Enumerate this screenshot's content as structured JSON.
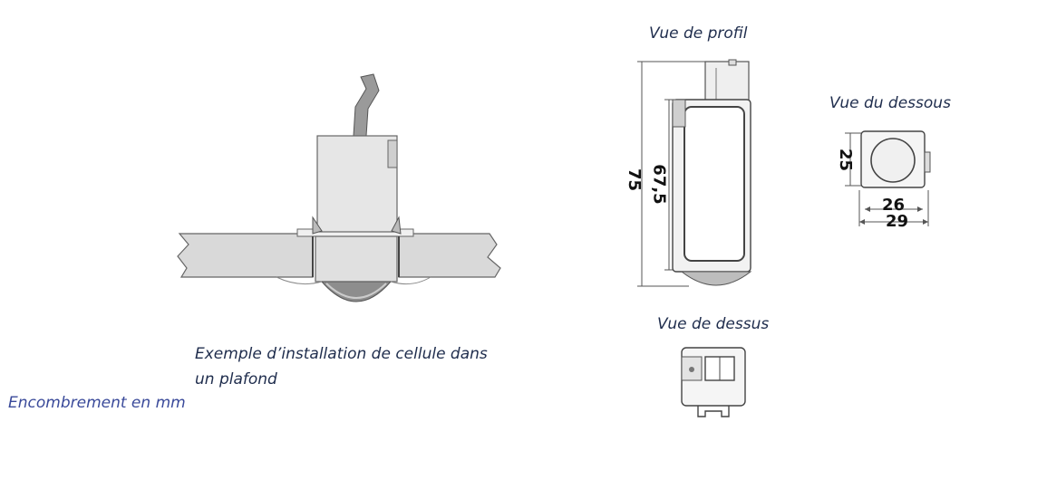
{
  "labels": {
    "side_view": "Vue de profil",
    "bottom_view": "Vue du dessous",
    "top_view": "Vue de dessus",
    "example_line1": "Exemple d’installation de cellule dans",
    "example_line2": "un plafond",
    "dimensions_unit": "Encombrement en mm"
  },
  "dimensions": {
    "total_height": "75",
    "body_height": "67,5",
    "bottom_height": "25",
    "bottom_inner_width": "26",
    "bottom_outer_width": "29"
  },
  "colors": {
    "line": "#555555",
    "fill_light": "#e9e9e9",
    "fill_mid": "#c8c8c8",
    "fill_dark": "#8a8a8a",
    "text_dark": "#1f2d4d",
    "text_blue": "#3a4a9a"
  }
}
